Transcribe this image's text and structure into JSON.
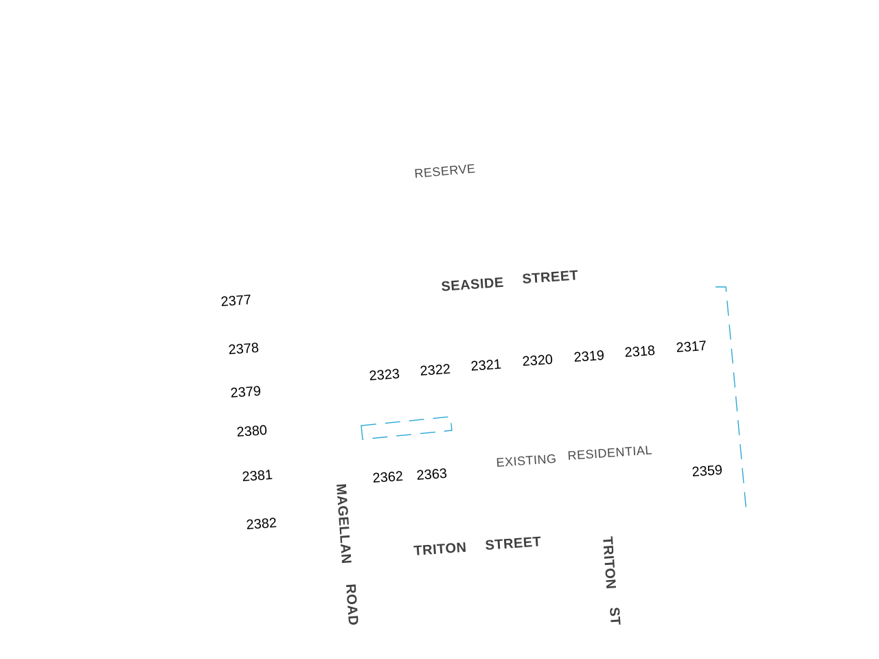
{
  "map": {
    "boundary_color": "#29a8d8",
    "areas": {
      "reserve": "RESERVE",
      "existing_residential": [
        "EXISTING",
        "RESIDENTIAL"
      ]
    },
    "streets": {
      "seaside_street": [
        "SEASIDE",
        "STREET"
      ],
      "triton_street": [
        "TRITON",
        "STREET"
      ],
      "triton_st": [
        "TRITON",
        "ST"
      ],
      "magellan_road": [
        "MAGELLAN",
        "ROAD"
      ]
    },
    "lots": {
      "west_column": [
        "2377",
        "2378",
        "2379",
        "2380",
        "2381",
        "2382"
      ],
      "seaside_row": [
        "2323",
        "2322",
        "2321",
        "2320",
        "2319",
        "2318",
        "2317"
      ],
      "triton_row": [
        "2362",
        "2363"
      ],
      "east": "2359"
    }
  }
}
